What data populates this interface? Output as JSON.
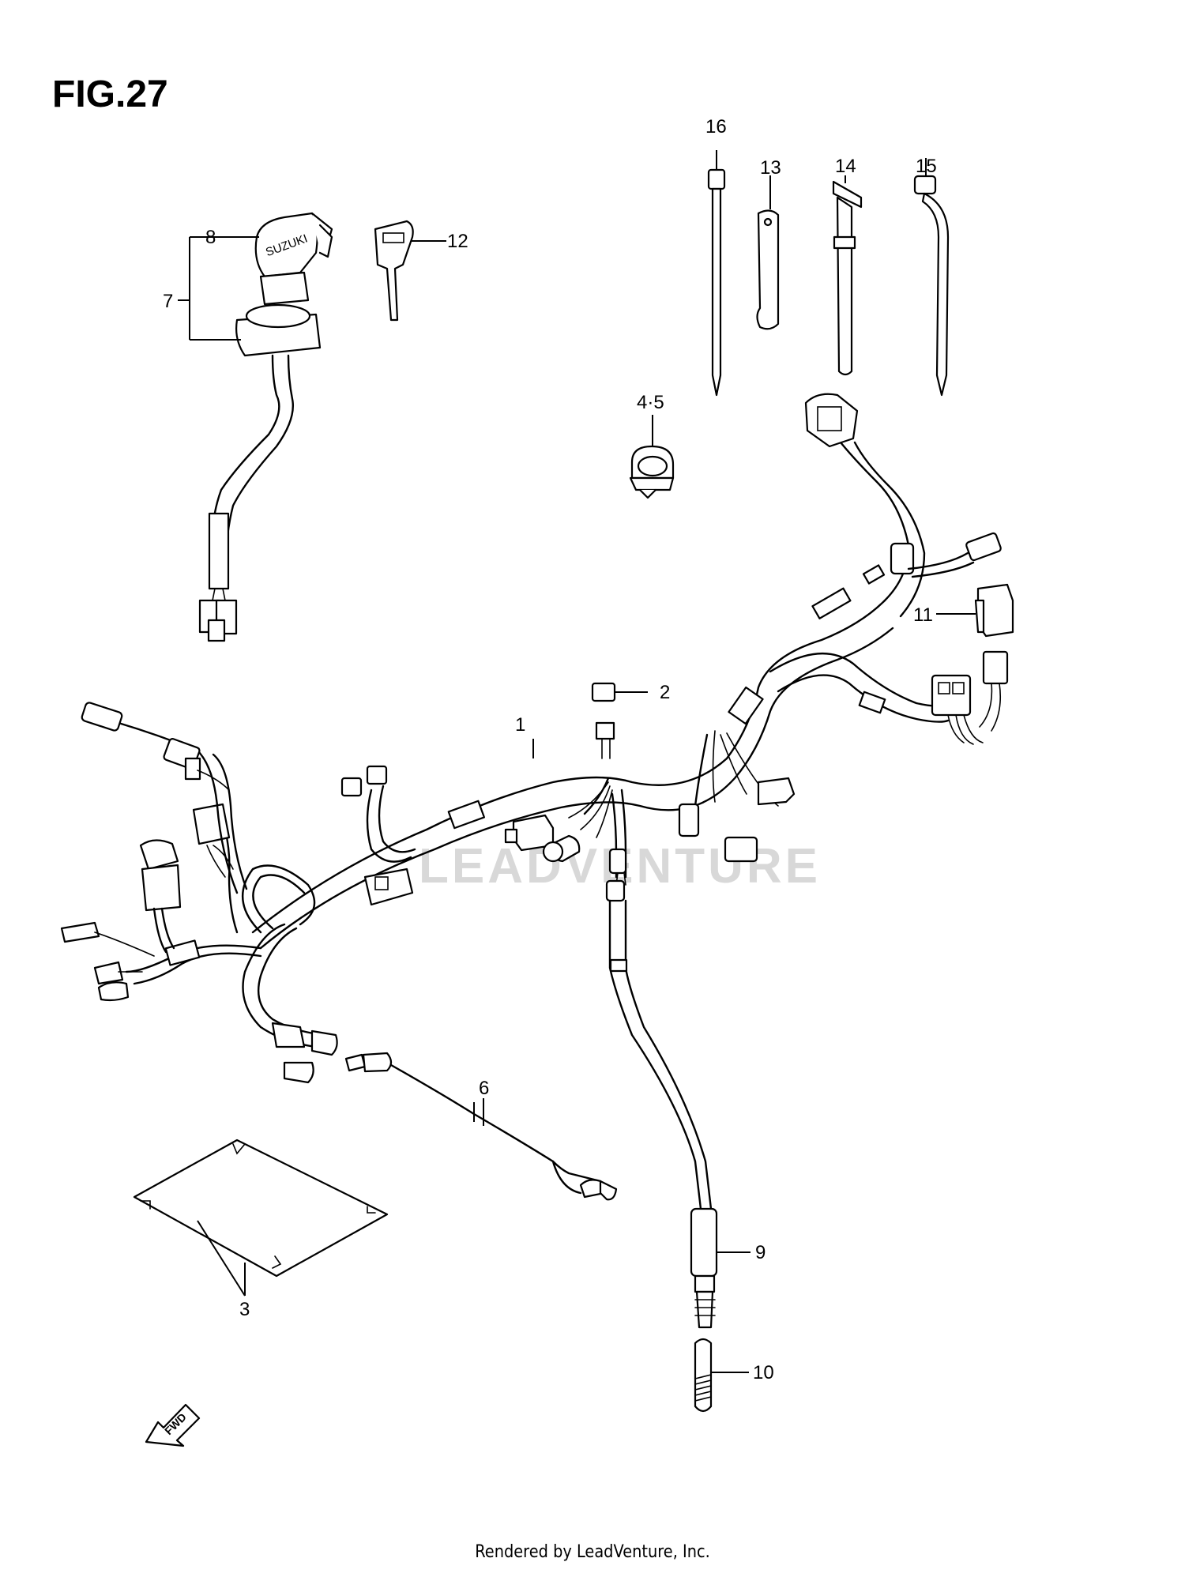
{
  "figure": {
    "title": "FIG.27"
  },
  "watermark": "LEADVENTURE",
  "footer": "Rendered by LeadVenture, Inc.",
  "callouts": [
    {
      "id": "c1",
      "label": "1"
    },
    {
      "id": "c2",
      "label": "2"
    },
    {
      "id": "c3",
      "label": "3"
    },
    {
      "id": "c45",
      "label": "4·5"
    },
    {
      "id": "c6",
      "label": "6"
    },
    {
      "id": "c7",
      "label": "7"
    },
    {
      "id": "c8",
      "label": "8"
    },
    {
      "id": "c9",
      "label": "9"
    },
    {
      "id": "c10",
      "label": "10"
    },
    {
      "id": "c11",
      "label": "11"
    },
    {
      "id": "c12",
      "label": "12"
    },
    {
      "id": "c13",
      "label": "13"
    },
    {
      "id": "c14",
      "label": "14"
    },
    {
      "id": "c15",
      "label": "15"
    },
    {
      "id": "c16",
      "label": "16"
    }
  ],
  "ignition_brand": "SUZUKI",
  "fwd_label": "FWD"
}
